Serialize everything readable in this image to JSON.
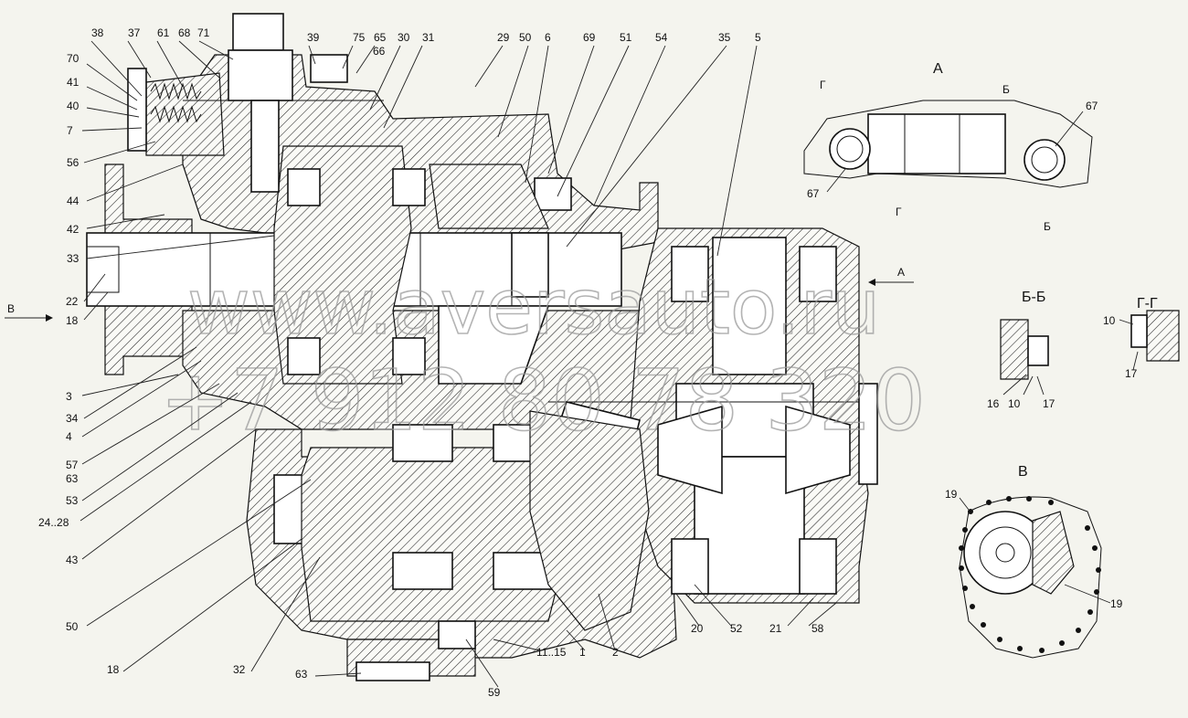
{
  "callouts": {
    "c38": "38",
    "c37": "37",
    "c61": "61",
    "c68": "68",
    "c71": "71",
    "c39": "39",
    "c75": "75",
    "c65": "65",
    "c30": "30",
    "c31": "31",
    "c66": "66",
    "c29": "29",
    "c50t": "50",
    "c6": "6",
    "c69": "69",
    "c51": "51",
    "c54": "54",
    "c35": "35",
    "c5": "5",
    "c70": "70",
    "c41": "41",
    "c40": "40",
    "c7": "7",
    "c56": "56",
    "c44": "44",
    "c42": "42",
    "c33": "33",
    "c22": "22",
    "c18l": "18",
    "c3": "3",
    "c34": "34",
    "c4": "4",
    "c57": "57",
    "c63l": "63",
    "c53": "53",
    "c2428": "24..28",
    "c43": "43",
    "c50l": "50",
    "c18b": "18",
    "c32": "32",
    "c63b": "63",
    "c59": "59",
    "c1115": "11..15",
    "c1": "1",
    "c2": "2",
    "c20": "20",
    "c52": "52",
    "c21": "21",
    "c58": "58"
  },
  "arrows": {
    "in_left": "B",
    "in_right": "A"
  },
  "views": {
    "A": {
      "title": "A",
      "marks": [
        "Г",
        "Б",
        "Г",
        "Б"
      ],
      "callouts": [
        "67",
        "67"
      ]
    },
    "BB": {
      "title": "Б-Б",
      "callouts": [
        "16",
        "10",
        "17"
      ]
    },
    "GG": {
      "title": "Г-Г",
      "callouts": [
        "10",
        "17"
      ]
    },
    "V": {
      "title": "В",
      "callouts": [
        "19",
        "19"
      ]
    }
  },
  "watermark": {
    "site": "www.aversauto.ru",
    "phone": "+7 912 80 78 320"
  }
}
